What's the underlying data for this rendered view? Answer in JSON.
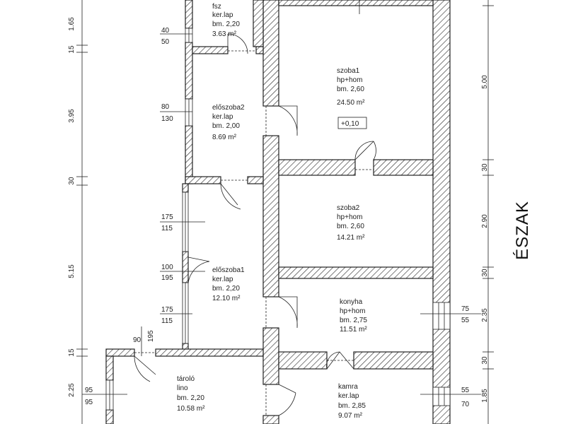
{
  "north_label": "ÉSZAK",
  "rooms": [
    {
      "name": "fsz",
      "floor": "ker.lap",
      "height": "bm. 2,20",
      "area": "3.63 m²"
    },
    {
      "name": "előszoba2",
      "floor": "ker.lap",
      "height": "bm. 2,00",
      "area": "8.69 m²"
    },
    {
      "name": "szoba1",
      "floor": "hp+hom",
      "height": "bm. 2,60",
      "area": "24.50 m²"
    },
    {
      "name": "szoba2",
      "floor": "hp+hom",
      "height": "bm. 2,60",
      "area": "14.21 m²"
    },
    {
      "name": "előszoba1",
      "floor": "ker.lap",
      "height": "bm. 2,20",
      "area": "12.10 m²"
    },
    {
      "name": "konyha",
      "floor": "hp+hom",
      "height": "bm. 2,75",
      "area": "11.51 m²"
    },
    {
      "name": "tároló",
      "floor": "lino",
      "height": "bm. 2,20",
      "area": "10.58 m²"
    },
    {
      "name": "kamra",
      "floor": "ker.lap",
      "height": "bm. 2,85",
      "area": "9.07 m²"
    }
  ],
  "level_mark": "+0,10",
  "left_dims": [
    "1.65",
    "15",
    "3.95",
    "30",
    "5.15",
    "15",
    "2.25"
  ],
  "right_dims": [
    "5.00",
    "30",
    "2.90",
    "30",
    "2.35",
    "30",
    "1.85"
  ],
  "openings": [
    {
      "w": "40",
      "h": "50"
    },
    {
      "w": "80",
      "h": "130"
    },
    {
      "w": "175",
      "h": "115"
    },
    {
      "w": "100",
      "h": "195"
    },
    {
      "w": "175",
      "h": "115"
    },
    {
      "w": "90",
      "h": "195"
    },
    {
      "w": "95",
      "h": "95"
    },
    {
      "w": "75",
      "h": "55"
    },
    {
      "w": "55",
      "h": "70"
    }
  ]
}
